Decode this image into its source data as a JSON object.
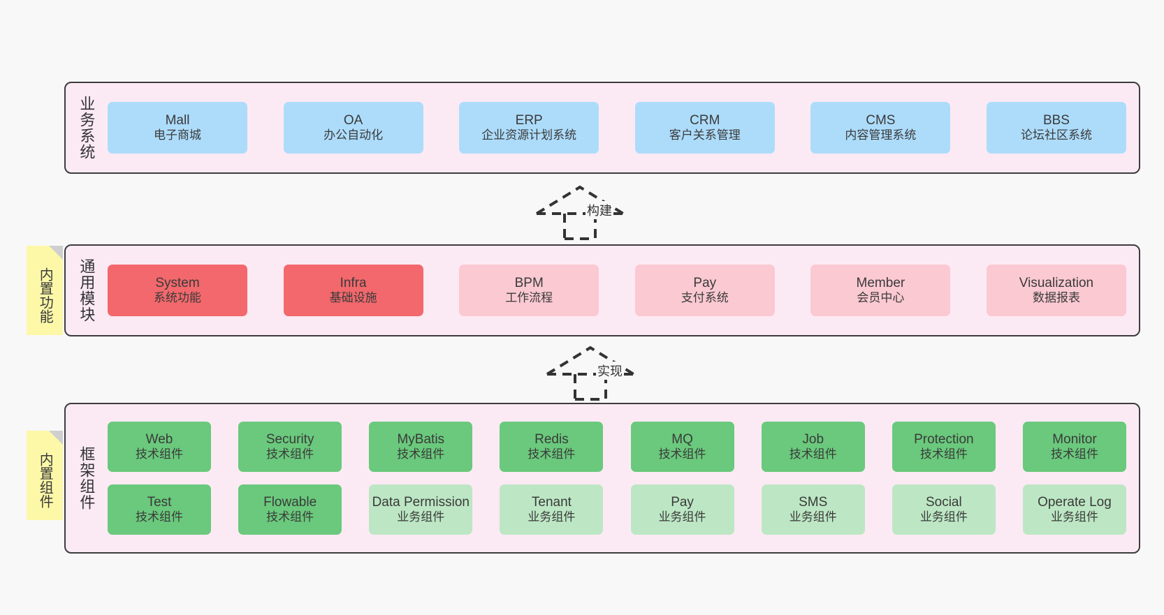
{
  "diagram": {
    "background_color": "#f8f8f8",
    "panel_color": "#fbeaf4",
    "panel_border_color": "#3c3c3c",
    "note_color": "#fcf8a8"
  },
  "layers": {
    "business": {
      "title": "业务系统",
      "card_color": "#addcfb",
      "cards": [
        {
          "name": "Mall",
          "desc": "电子商城"
        },
        {
          "name": "OA",
          "desc": "办公自动化"
        },
        {
          "name": "ERP",
          "desc": "企业资源计划系统"
        },
        {
          "name": "CRM",
          "desc": "客户关系管理"
        },
        {
          "name": "CMS",
          "desc": "内容管理系统"
        },
        {
          "name": "BBS",
          "desc": "论坛社区系统"
        }
      ]
    },
    "modules": {
      "title": "通用模块",
      "note": "内置功能",
      "highlight_color": "#f2686c",
      "card_color": "#fbc9d2",
      "cards": [
        {
          "name": "System",
          "desc": "系统功能",
          "highlight": true
        },
        {
          "name": "Infra",
          "desc": "基础设施",
          "highlight": true
        },
        {
          "name": "BPM",
          "desc": "工作流程",
          "highlight": false
        },
        {
          "name": "Pay",
          "desc": "支付系统",
          "highlight": false
        },
        {
          "name": "Member",
          "desc": "会员中心",
          "highlight": false
        },
        {
          "name": "Visualization",
          "desc": "数据报表",
          "highlight": false
        }
      ]
    },
    "framework": {
      "title": "框架组件",
      "note": "内置组件",
      "tech_color": "#6ac97c",
      "biz_color": "#bde7c4",
      "row1": [
        {
          "name": "Web",
          "desc": "技术组件",
          "kind": "tech"
        },
        {
          "name": "Security",
          "desc": "技术组件",
          "kind": "tech"
        },
        {
          "name": "MyBatis",
          "desc": "技术组件",
          "kind": "tech"
        },
        {
          "name": "Redis",
          "desc": "技术组件",
          "kind": "tech"
        },
        {
          "name": "MQ",
          "desc": "技术组件",
          "kind": "tech"
        },
        {
          "name": "Job",
          "desc": "技术组件",
          "kind": "tech"
        },
        {
          "name": "Protection",
          "desc": "技术组件",
          "kind": "tech"
        },
        {
          "name": "Monitor",
          "desc": "技术组件",
          "kind": "tech"
        }
      ],
      "row2": [
        {
          "name": "Test",
          "desc": "技术组件",
          "kind": "tech"
        },
        {
          "name": "Flowable",
          "desc": "技术组件",
          "kind": "tech"
        },
        {
          "name": "Data Permission",
          "desc": "业务组件",
          "kind": "biz"
        },
        {
          "name": "Tenant",
          "desc": "业务组件",
          "kind": "biz"
        },
        {
          "name": "Pay",
          "desc": "业务组件",
          "kind": "biz"
        },
        {
          "name": "SMS",
          "desc": "业务组件",
          "kind": "biz"
        },
        {
          "name": "Social",
          "desc": "业务组件",
          "kind": "biz"
        },
        {
          "name": "Operate Log",
          "desc": "业务组件",
          "kind": "biz"
        }
      ]
    }
  },
  "connectors": [
    {
      "label": "构建"
    },
    {
      "label": "实现"
    }
  ]
}
